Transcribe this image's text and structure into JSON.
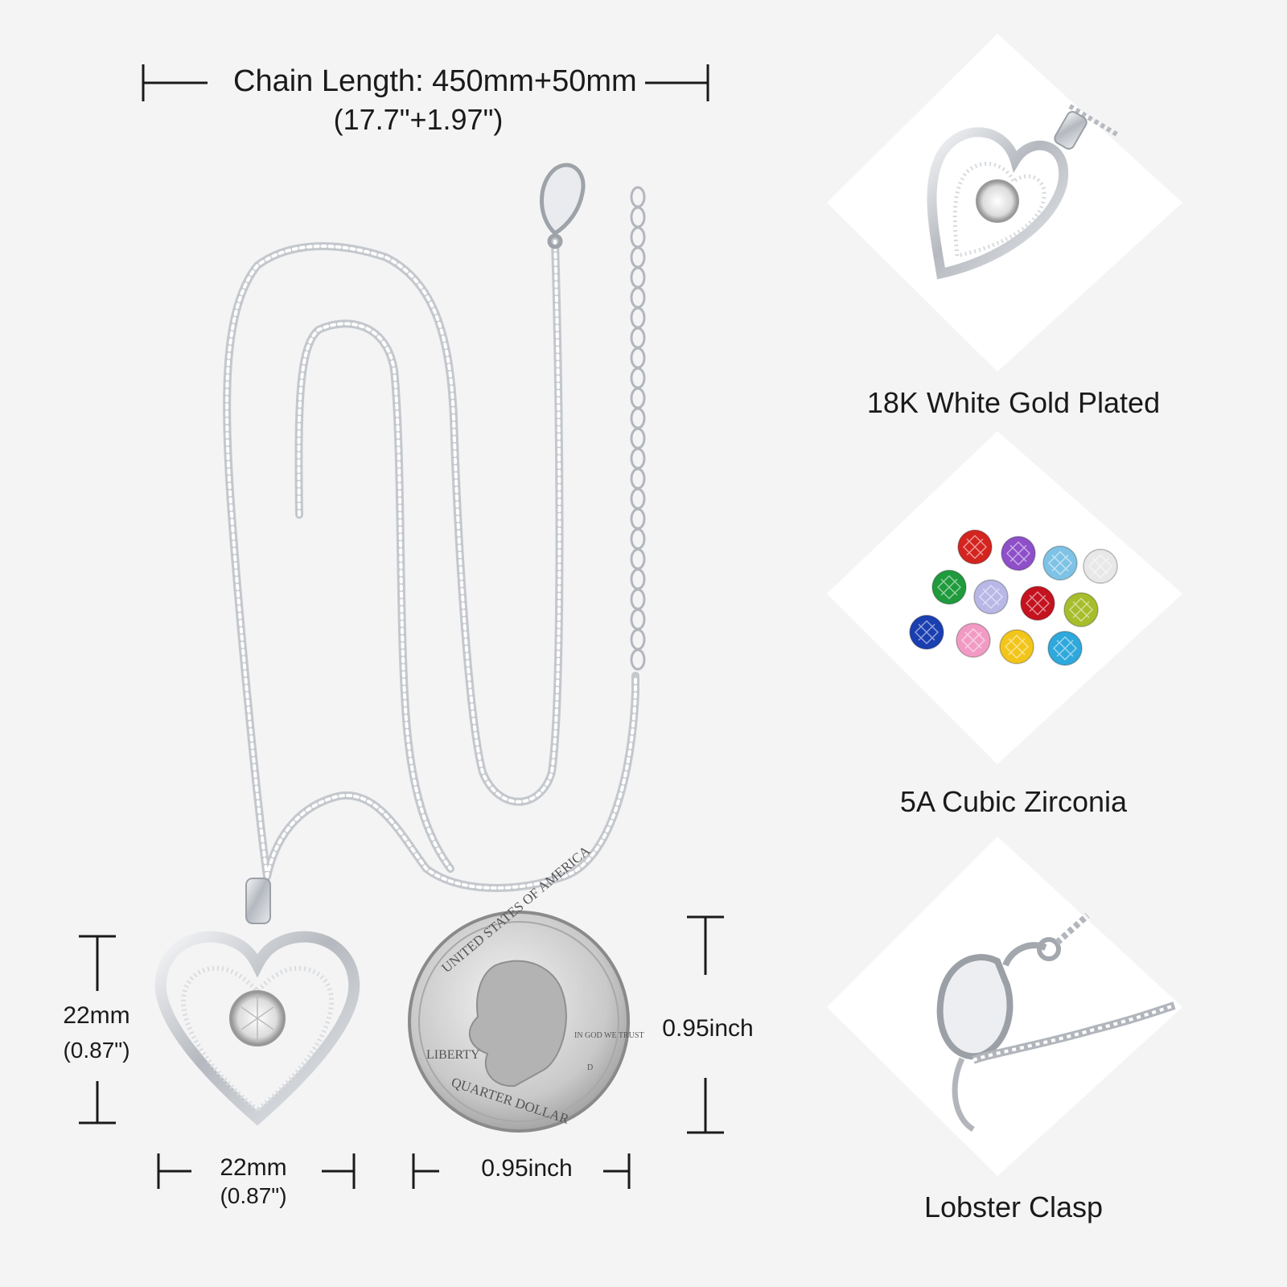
{
  "dimensions": {
    "chain_length": "Chain Length: 450mm+50mm",
    "chain_length_inches": "(17.7\"+1.97\")",
    "pendant_height_mm": "22mm",
    "pendant_height_in": "(0.87\")",
    "pendant_width_mm": "22mm",
    "pendant_width_in": "(0.87\")",
    "coin_width": "0.95inch",
    "coin_height": "0.95inch"
  },
  "coin_text": {
    "top": "UNITED STATES OF AMERICA",
    "liberty": "LIBERTY",
    "motto": "IN GOD WE TRUST",
    "bottom": "QUARTER DOLLAR",
    "mint": "D"
  },
  "features": [
    {
      "label": "18K White Gold Plated",
      "icon": "heart-pendant-icon"
    },
    {
      "label": "5A Cubic Zirconia",
      "icon": "gemstones-icon"
    },
    {
      "label": "Lobster Clasp",
      "icon": "lobster-clasp-icon"
    }
  ],
  "gem_colors": [
    "#d42420",
    "#8e4fc9",
    "#7ec3e6",
    "#e8e8e8",
    "#1f9a3c",
    "#b9b7e6",
    "#c4121f",
    "#a7bd2b",
    "#1a3fb0",
    "#f19bc4",
    "#f2c51a",
    "#2fa8dc"
  ],
  "colors": {
    "background": "#f4f4f4",
    "panel": "#ffffff",
    "silver": "#b8bcc2",
    "text": "#1a1a1a"
  }
}
